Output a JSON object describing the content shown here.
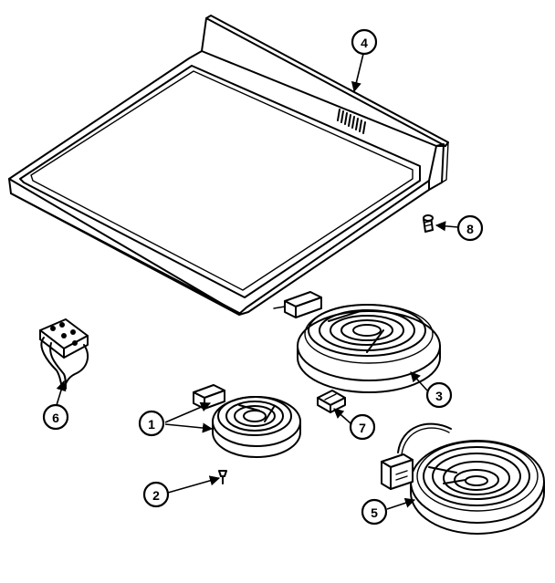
{
  "callouts": [
    {
      "id": "1",
      "label": "1",
      "part": "small-element"
    },
    {
      "id": "2",
      "label": "2",
      "part": "screw"
    },
    {
      "id": "3",
      "label": "3",
      "part": "large-element"
    },
    {
      "id": "4",
      "label": "4",
      "part": "cooktop"
    },
    {
      "id": "5",
      "label": "5",
      "part": "dual-element"
    },
    {
      "id": "6",
      "label": "6",
      "part": "terminal-block"
    },
    {
      "id": "7",
      "label": "7",
      "part": "clip"
    },
    {
      "id": "8",
      "label": "8",
      "part": "knob-stem"
    }
  ]
}
